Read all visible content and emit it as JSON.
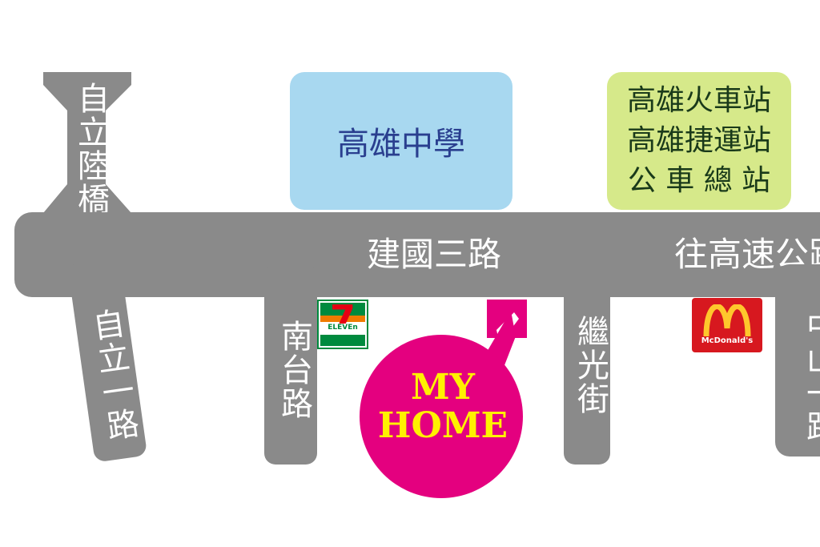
{
  "roads": {
    "main": "建國三路",
    "main_direction": "往高速公路",
    "bridge": "自立陸橋",
    "ziliyi": "自立一路",
    "nantai": "南台路",
    "jiguang": "繼光街",
    "zhongshan": "中山一路"
  },
  "landmarks": {
    "school": "高雄中學",
    "station_lines": [
      "高雄火車站",
      "高雄捷運站",
      "公 車 總 站"
    ]
  },
  "stores": {
    "seven_eleven_number": "7",
    "seven_eleven_text": "ELEVEn",
    "mcdonalds_text": "McDonald's"
  },
  "home": {
    "line1": "MY",
    "line2": "HOME"
  },
  "colors": {
    "road": "#8a8a8a",
    "school_bg": "#a8d8f0",
    "station_bg": "#d6e98a",
    "home_pink": "#e4007f",
    "home_text": "#fff100",
    "mcd_red": "#d7181f",
    "mcd_yellow": "#ffc72c",
    "seven_green": "#008a3e",
    "seven_orange": "#f07b00"
  }
}
